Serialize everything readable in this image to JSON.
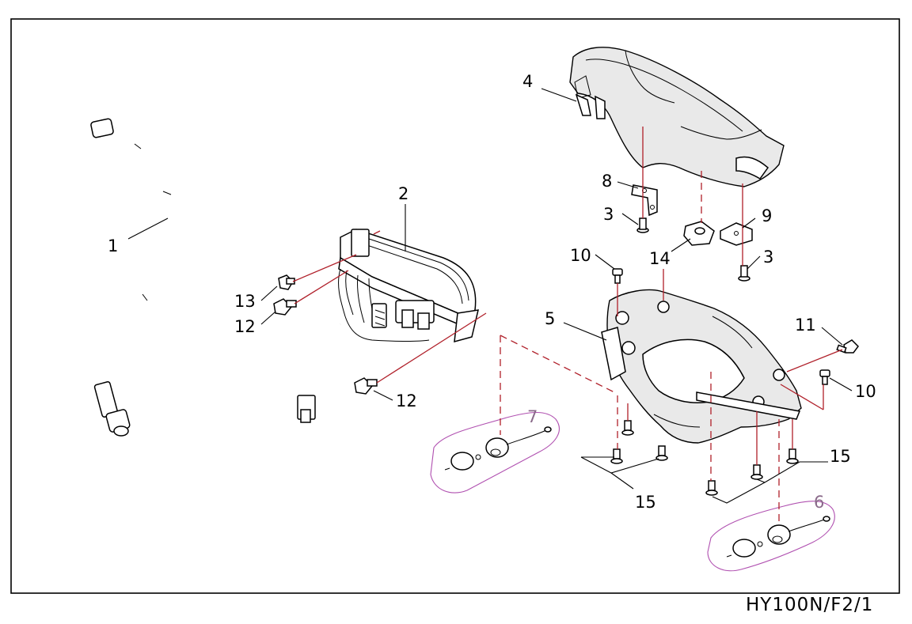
{
  "diagram": {
    "page_code": "HY100N/F2/1",
    "callouts": [
      {
        "id": "c1",
        "text": "1"
      },
      {
        "id": "c2",
        "text": "2"
      },
      {
        "id": "c3a",
        "text": "3"
      },
      {
        "id": "c3b",
        "text": "3"
      },
      {
        "id": "c4",
        "text": "4"
      },
      {
        "id": "c5",
        "text": "5"
      },
      {
        "id": "c6",
        "text": "6"
      },
      {
        "id": "c7",
        "text": "7"
      },
      {
        "id": "c8",
        "text": "8"
      },
      {
        "id": "c9",
        "text": "9"
      },
      {
        "id": "c10a",
        "text": "10"
      },
      {
        "id": "c10b",
        "text": "10"
      },
      {
        "id": "c11",
        "text": "11"
      },
      {
        "id": "c12a",
        "text": "12"
      },
      {
        "id": "c12b",
        "text": "12"
      },
      {
        "id": "c13",
        "text": "13"
      },
      {
        "id": "c14",
        "text": "14"
      },
      {
        "id": "c15a",
        "text": "15"
      },
      {
        "id": "c15b",
        "text": "15"
      }
    ]
  }
}
